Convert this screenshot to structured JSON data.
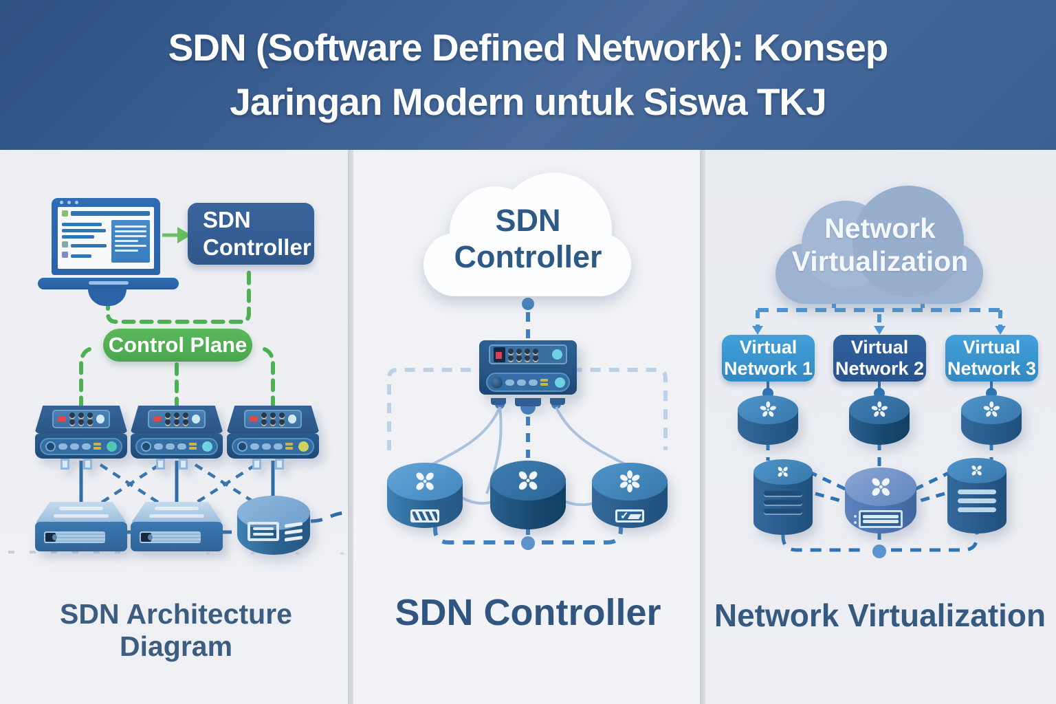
{
  "header": {
    "title_line1": "SDN (Software Defined Network): Konsep",
    "title_line2": "Jaringan Modern untuk Siswa TKJ"
  },
  "left_panel": {
    "controller_box_line1": "SDN",
    "controller_box_line2": "Controller",
    "control_plane_label": "Control Plane",
    "caption": "SDN Architecture Diagram"
  },
  "middle_panel": {
    "cloud_line1": "SDN",
    "cloud_line2": "Controller",
    "caption": "SDN Controller"
  },
  "right_panel": {
    "cloud_line1": "Network",
    "cloud_line2": "Virtualization",
    "virtual_networks": [
      {
        "line1": "Virtual",
        "line2": "Network 1"
      },
      {
        "line1": "Virtual",
        "line2": "Network 2"
      },
      {
        "line1": "Virtual",
        "line2": "Network 3"
      }
    ],
    "caption": "Network Virtualization"
  },
  "colors": {
    "header_blue": "#3b608f",
    "panel_background": "#eef0f4",
    "accent_green": "#4caf50",
    "controller_box_blue": "#35609a",
    "virtual_network_light_blue": "#3b96d0",
    "virtual_network_dark_blue": "#2b5a9b",
    "caption_blue": "#33587e",
    "dashed_light_blue": "#bcd0e6",
    "dashed_blue": "#3f7fc0"
  }
}
